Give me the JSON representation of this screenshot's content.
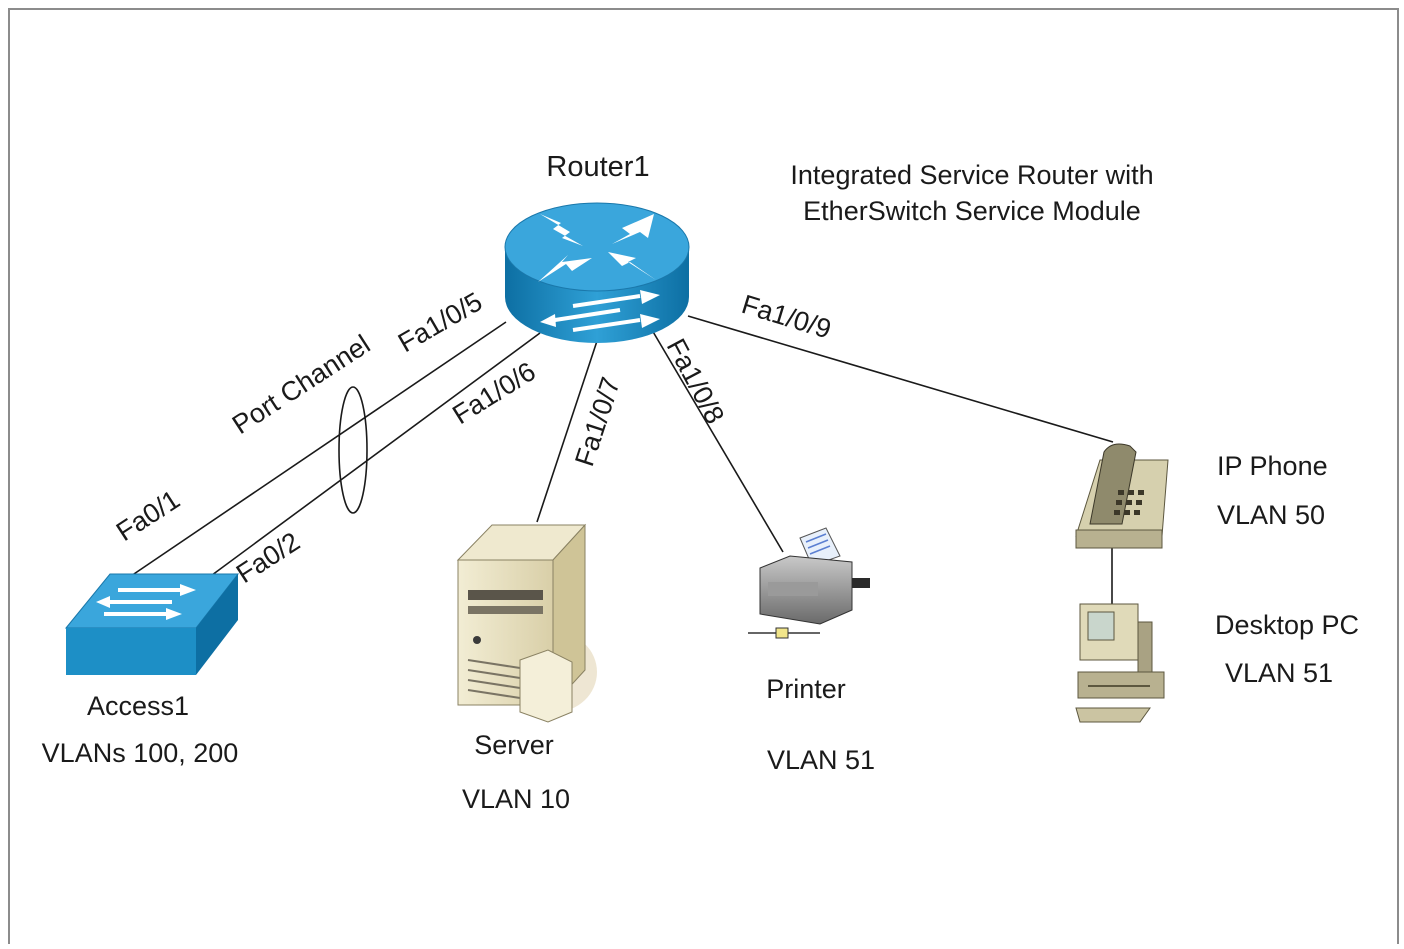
{
  "router": {
    "name": "Router1",
    "description_line1": "Integrated Service Router with",
    "description_line2": "EtherSwitch Service Module"
  },
  "port_channel_label": "Port Channel",
  "ports": {
    "fa1_0_5": "Fa1/0/5",
    "fa1_0_6": "Fa1/0/6",
    "fa1_0_7": "Fa1/0/7",
    "fa1_0_8": "Fa1/0/8",
    "fa1_0_9": "Fa1/0/9",
    "fa0_1": "Fa0/1",
    "fa0_2": "Fa0/2"
  },
  "devices": {
    "access1": {
      "name": "Access1",
      "vlan": "VLANs 100, 200"
    },
    "server": {
      "name": "Server",
      "vlan": "VLAN 10"
    },
    "printer": {
      "name": "Printer",
      "vlan": "VLAN 51"
    },
    "ip_phone": {
      "name": "IP Phone",
      "vlan": "VLAN 50"
    },
    "desktop_pc": {
      "name": "Desktop PC",
      "vlan": "VLAN 51"
    }
  },
  "colors": {
    "cisco_blue": "#1d8fc6",
    "cisco_blue_light": "#4fb3e0",
    "device_beige": "#e9e3c6",
    "border": "#8c8c8c"
  }
}
